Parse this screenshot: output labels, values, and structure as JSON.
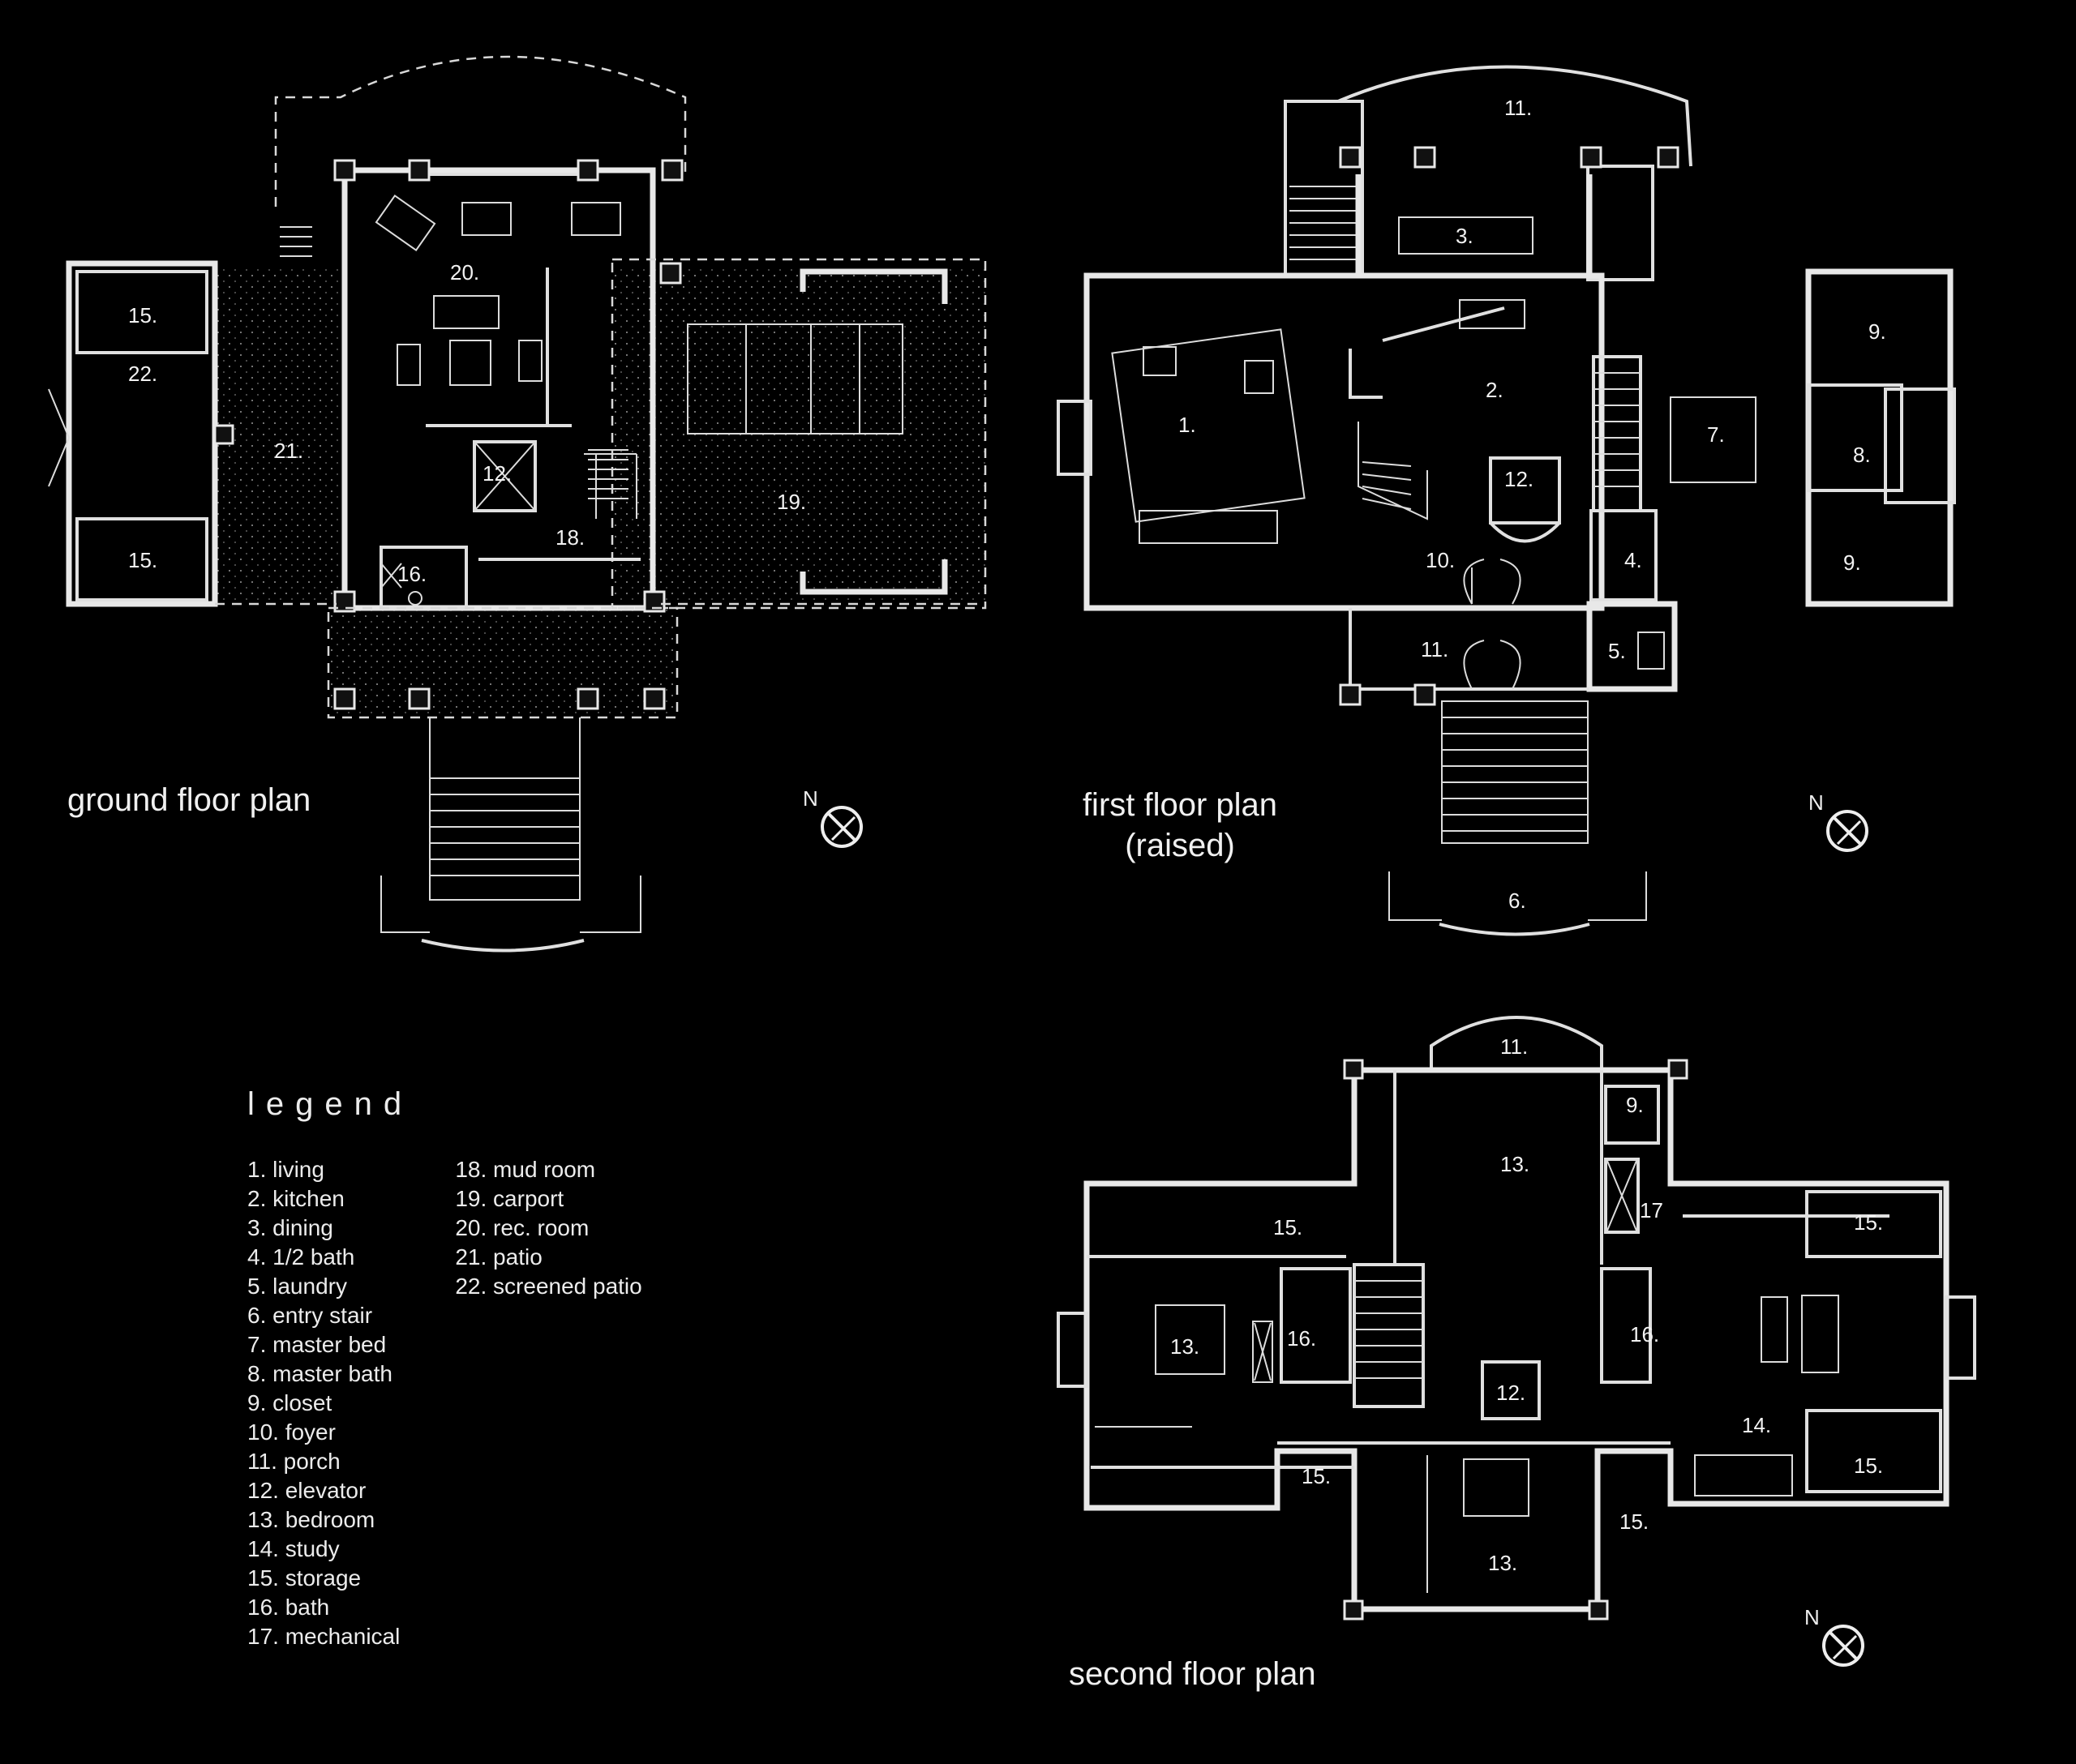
{
  "plans": {
    "ground": {
      "title": "ground floor plan",
      "rooms": [
        {
          "label": "15."
        },
        {
          "label": "22."
        },
        {
          "label": "15."
        },
        {
          "label": "21."
        },
        {
          "label": "20."
        },
        {
          "label": "12."
        },
        {
          "label": "16."
        },
        {
          "label": "18."
        },
        {
          "label": "19."
        }
      ]
    },
    "first": {
      "title": "first floor plan",
      "subtitle": "(raised)",
      "rooms": [
        {
          "label": "11."
        },
        {
          "label": "3."
        },
        {
          "label": "9."
        },
        {
          "label": "1."
        },
        {
          "label": "2."
        },
        {
          "label": "7."
        },
        {
          "label": "8."
        },
        {
          "label": "12."
        },
        {
          "label": "10."
        },
        {
          "label": "4."
        },
        {
          "label": "9."
        },
        {
          "label": "11."
        },
        {
          "label": "5."
        },
        {
          "label": "6."
        }
      ]
    },
    "second": {
      "title": "second floor plan",
      "rooms": [
        {
          "label": "11."
        },
        {
          "label": "9."
        },
        {
          "label": "13."
        },
        {
          "label": "15."
        },
        {
          "label": "17"
        },
        {
          "label": "15."
        },
        {
          "label": "13."
        },
        {
          "label": "16."
        },
        {
          "label": "16."
        },
        {
          "label": "12."
        },
        {
          "label": "14."
        },
        {
          "label": "15."
        },
        {
          "label": "15."
        },
        {
          "label": "15."
        },
        {
          "label": "13."
        }
      ]
    }
  },
  "north_label": "N",
  "legend": {
    "title": "legend",
    "col1": [
      "1. living",
      "2. kitchen",
      "3. dining",
      "4. 1/2 bath",
      "5. laundry",
      "6. entry stair",
      "7. master bed",
      "8. master bath",
      "9. closet",
      "10. foyer",
      "11. porch",
      "12. elevator",
      "13. bedroom",
      "14. study",
      "15. storage",
      "16. bath",
      "17. mechanical"
    ],
    "col2": [
      "18. mud room",
      "19. carport",
      "20. rec. room",
      "21. patio",
      "22. screened patio"
    ]
  }
}
